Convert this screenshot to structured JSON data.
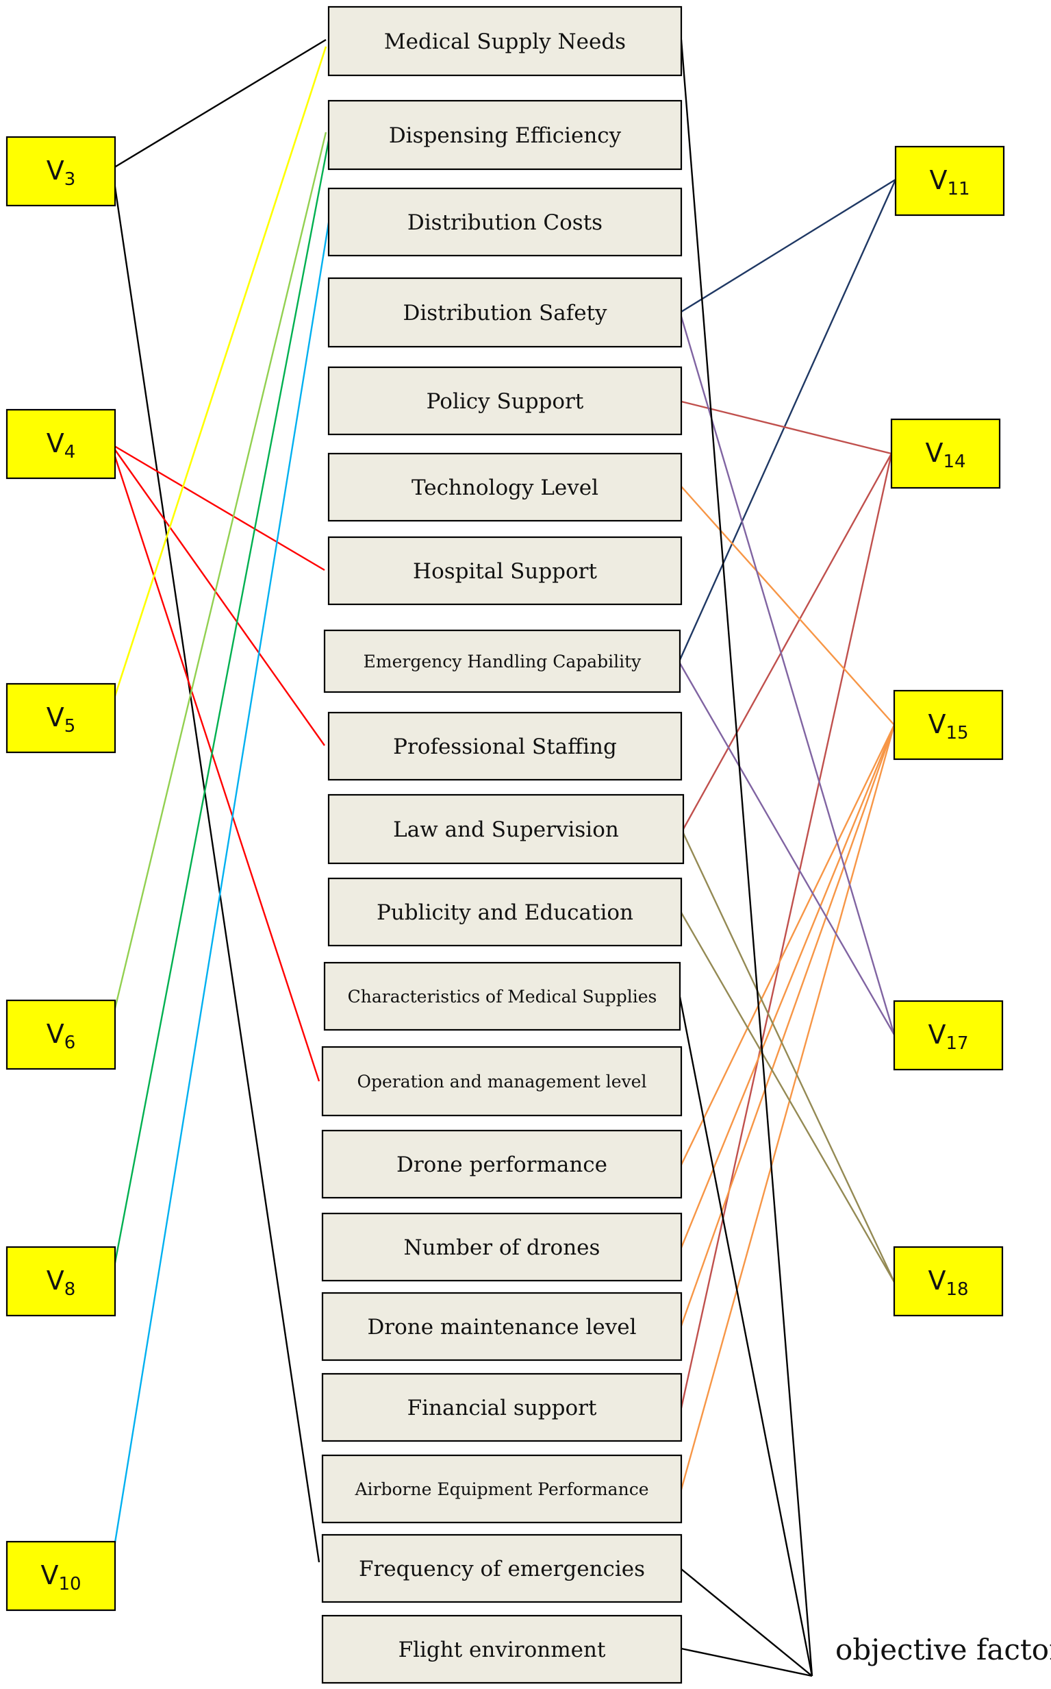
{
  "factors": [
    {
      "id": "f0",
      "label": "Medical Supply Needs"
    },
    {
      "id": "f1",
      "label": "Dispensing Efficiency"
    },
    {
      "id": "f2",
      "label": "Distribution Costs"
    },
    {
      "id": "f3",
      "label": "Distribution Safety"
    },
    {
      "id": "f4",
      "label": "Policy Support"
    },
    {
      "id": "f5",
      "label": "Technology Level"
    },
    {
      "id": "f6",
      "label": "Hospital Support"
    },
    {
      "id": "f7",
      "label": "Emergency Handling Capability",
      "small": true
    },
    {
      "id": "f8",
      "label": "Professional Staffing"
    },
    {
      "id": "f9",
      "label": "Law and Supervision"
    },
    {
      "id": "f10",
      "label": "Publicity and Education"
    },
    {
      "id": "f11",
      "label": "Characteristics of Medical Supplies",
      "small": true
    },
    {
      "id": "f12",
      "label": "Operation and management level",
      "small": true
    },
    {
      "id": "f13",
      "label": "Drone performance"
    },
    {
      "id": "f14",
      "label": "Number of drones"
    },
    {
      "id": "f15",
      "label": "Drone maintenance level"
    },
    {
      "id": "f16",
      "label": "Financial support"
    },
    {
      "id": "f17",
      "label": "Airborne Equipment Performance",
      "small": true
    },
    {
      "id": "f18",
      "label": "Frequency of emergencies"
    },
    {
      "id": "f19",
      "label": "Flight environment"
    }
  ],
  "variables_left": [
    {
      "id": "V3",
      "main": "V",
      "sub": "3"
    },
    {
      "id": "V4",
      "main": "V",
      "sub": "4"
    },
    {
      "id": "V5",
      "main": "V",
      "sub": "5"
    },
    {
      "id": "V6",
      "main": "V",
      "sub": "6"
    },
    {
      "id": "V8",
      "main": "V",
      "sub": "8"
    },
    {
      "id": "V10",
      "main": "V",
      "sub": "10"
    }
  ],
  "variables_right": [
    {
      "id": "V11",
      "main": "V",
      "sub": "11"
    },
    {
      "id": "V14",
      "main": "V",
      "sub": "14"
    },
    {
      "id": "V15",
      "main": "V",
      "sub": "15"
    },
    {
      "id": "V17",
      "main": "V",
      "sub": "17"
    },
    {
      "id": "V18",
      "main": "V",
      "sub": "18"
    }
  ],
  "objective_label": "objective factor",
  "colors": {
    "factor_fill": "#eeece1",
    "variable_fill": "#ffff00",
    "V3": "#000000",
    "V4": "#ff0000",
    "V5": "#ffff00",
    "V6": "#92d050",
    "V8": "#00b050",
    "V10": "#00b0f0",
    "V11": "#1f3864",
    "V14": "#c0504d",
    "V15": "#f79646",
    "V17": "#8064a2",
    "V18": "#948a54",
    "objective": "#000000"
  },
  "links": [
    {
      "var": "V3",
      "factor": "f0"
    },
    {
      "var": "V3",
      "factor": "f18"
    },
    {
      "var": "V4",
      "factor": "f6"
    },
    {
      "var": "V4",
      "factor": "f8"
    },
    {
      "var": "V4",
      "factor": "f12"
    },
    {
      "var": "V5",
      "factor": "f0"
    },
    {
      "var": "V6",
      "factor": "f1"
    },
    {
      "var": "V8",
      "factor": "f1"
    },
    {
      "var": "V10",
      "factor": "f2"
    },
    {
      "var": "V11",
      "factor": "f3"
    },
    {
      "var": "V11",
      "factor": "f7"
    },
    {
      "var": "V14",
      "factor": "f4"
    },
    {
      "var": "V14",
      "factor": "f9"
    },
    {
      "var": "V14",
      "factor": "f16"
    },
    {
      "var": "V15",
      "factor": "f5"
    },
    {
      "var": "V15",
      "factor": "f13"
    },
    {
      "var": "V15",
      "factor": "f14"
    },
    {
      "var": "V15",
      "factor": "f15"
    },
    {
      "var": "V15",
      "factor": "f17"
    },
    {
      "var": "V17",
      "factor": "f3"
    },
    {
      "var": "V17",
      "factor": "f7"
    },
    {
      "var": "V18",
      "factor": "f9"
    },
    {
      "var": "V18",
      "factor": "f10"
    },
    {
      "var": "objective",
      "factor": "f0"
    },
    {
      "var": "objective",
      "factor": "f11"
    },
    {
      "var": "objective",
      "factor": "f18"
    },
    {
      "var": "objective",
      "factor": "f19"
    }
  ]
}
